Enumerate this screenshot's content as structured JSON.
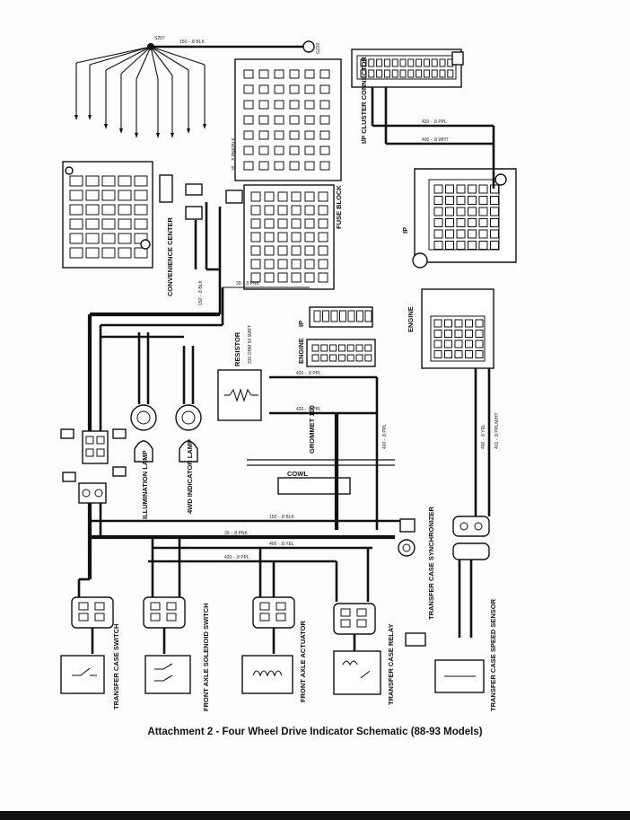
{
  "caption": "Attachment 2 - Four Wheel Drive Indicator Schematic (88-93 Models)",
  "component_labels": {
    "ip_cluster_connector": "I/P CLUSTER CONNECTOR",
    "fuse_block": "FUSE BLOCK",
    "convenience_center": "CONVENIENCE CENTER",
    "resistor": "RESISTOR",
    "grommet": "GROMMET 100",
    "cowl": "COWL",
    "illumination_lamp": "ILLUMINATION LAMP",
    "indicator_lamp": "4WD INDICATOR LAMP",
    "ip": "IP",
    "engine": "ENGINE",
    "ip_small": "IP",
    "engine_small": "ENGINE",
    "transfer_case_switch": "TRANSFER CASE SWITCH",
    "front_axle_solenoid_switch": "FRONT AXLE SOLENOID SWITCH",
    "front_axle_actuator": "FRONT AXLE ACTUATOR",
    "transfer_case_relay": "TRANSFER CASE RELAY",
    "transfer_case_synchronizer": "TRANSFER CASE SYNCHRONIZER",
    "transfer_case_speed_sensor": "TRANSFER CASE SPEED SENSOR"
  },
  "small_labels": {
    "ground": "G200",
    "splice": "S207",
    "wire_top": "150 - .8 BLK",
    "wire_cluster_1": "420 - .8 PPL",
    "wire_cluster_2": "400 - .8 WHT",
    "wire_fuse_link": "39 - .8 PNK/BLK",
    "wire_conv_1": "150 - .8 BLK",
    "wire_conv_2": "39 - .8 PNK",
    "wire_res_1": "420 - .8 PPL",
    "wire_res_2": "420 - .8 PPL",
    "wire_grommet": "400 - .8 PPL",
    "wire_bottom_1": "150 - .8 BLK",
    "wire_bottom_2": "39 - .8 PNK",
    "wire_bottom_3": "400 - .8 YEL",
    "wire_bottom_4": "420 - .8 PPL",
    "wire_engine_1": "400 - .8 YEL",
    "wire_engine_2": "401 - .8 PPL/WHT",
    "resistor_value": "330 OHM 50 WATT"
  }
}
